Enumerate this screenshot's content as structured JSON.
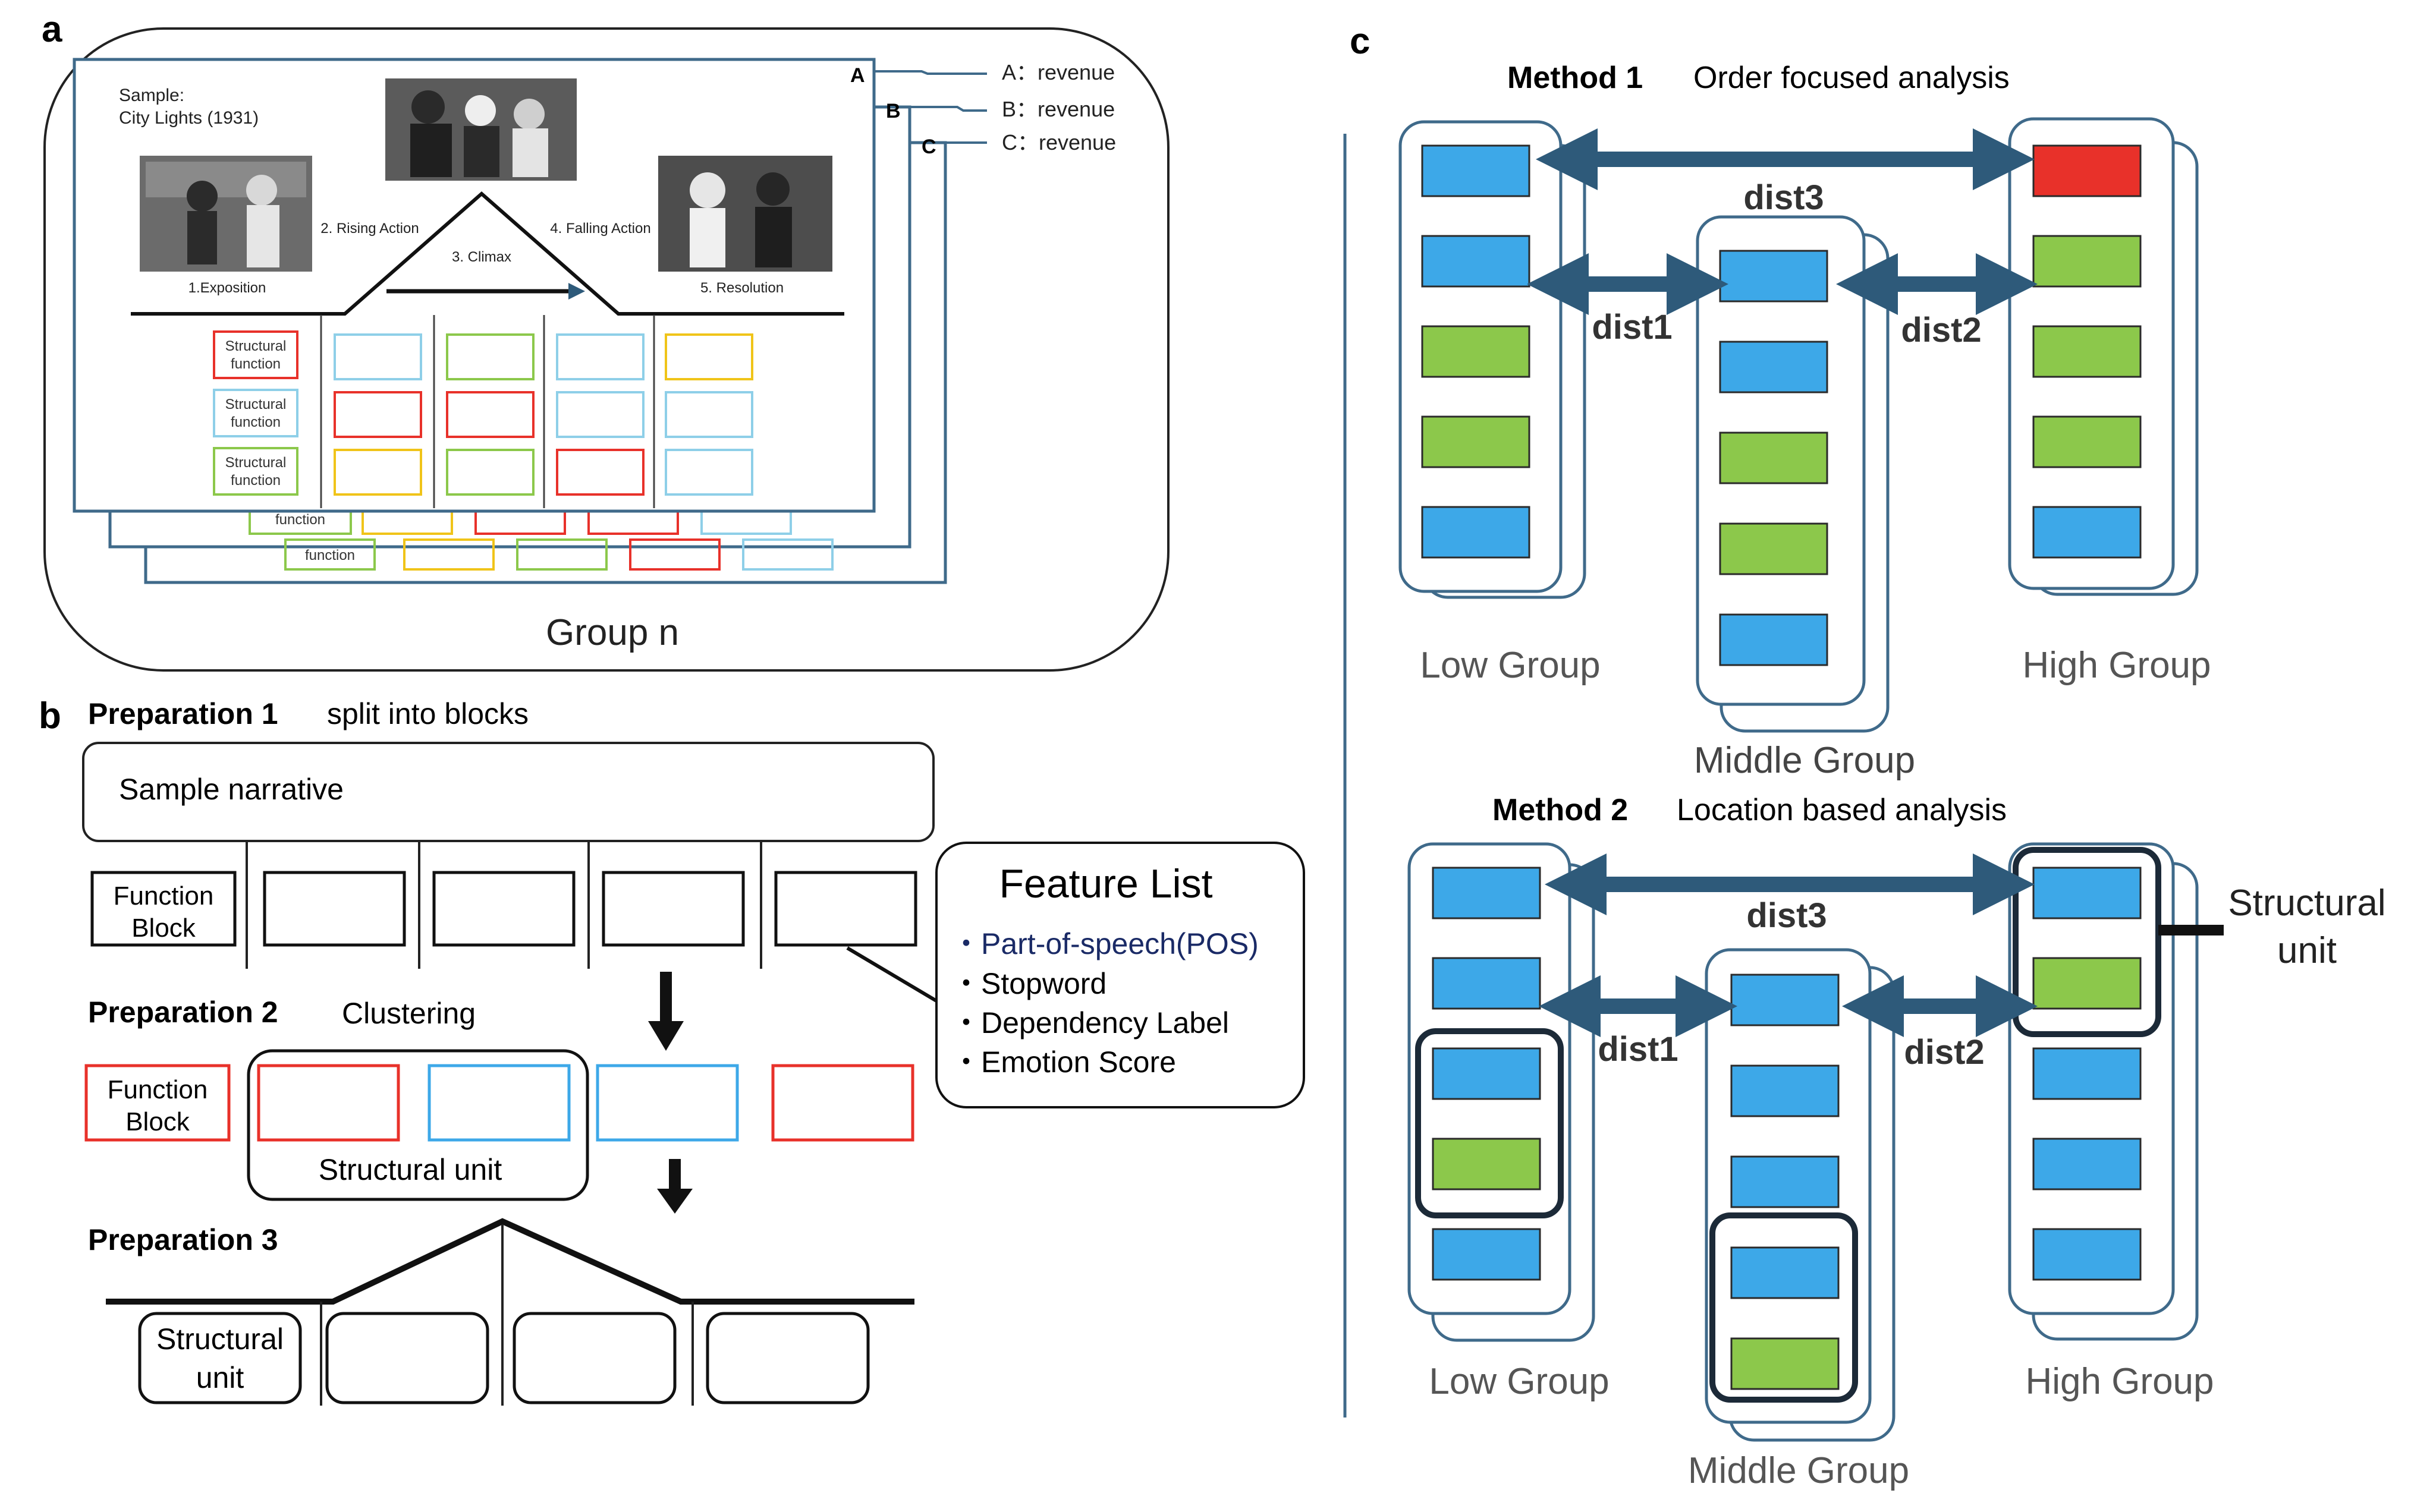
{
  "panel_labels": {
    "a": "a",
    "b": "b",
    "c": "c"
  },
  "colors": {
    "blue": "#3da8e8",
    "green": "#8cc84b",
    "red": "#e8312a",
    "dark_blue": "#2e5a7a",
    "yellow": "#f0c419",
    "frame": "#3f6a8a"
  },
  "panel_a": {
    "sample_label": "Sample:",
    "sample_title": "City Lights (1931)",
    "sheet_tags": [
      "A",
      "B",
      "C"
    ],
    "sheet_revenue": [
      "A：revenue",
      "B：revenue",
      "C：revenue"
    ],
    "stages": [
      "1.Exposition",
      "2. Rising Action",
      "3. Climax",
      "4. Falling Action",
      "5. Resolution"
    ],
    "row_label_line1": "Structural",
    "row_label_line2": "function",
    "behind_label": "function",
    "group_label": "Group n"
  },
  "panel_b": {
    "prep1_title": "Preparation 1",
    "prep1_desc": "split into blocks",
    "sample_narrative": "Sample narrative",
    "function_block_line1": "Function",
    "function_block_line2": "Block",
    "prep2_title": "Preparation 2",
    "prep2_desc": "Clustering",
    "structural_unit": "Structural unit",
    "prep3_title": "Preparation 3",
    "structural_unit_line1": "Structural",
    "structural_unit_line2": "unit",
    "feature_list": {
      "title": "Feature List",
      "items": [
        "・Part-of-speech(POS)",
        "・Stopword",
        "・Dependency Label",
        "・Emotion Score"
      ]
    }
  },
  "panel_c": {
    "method1_title": "Method 1",
    "method1_desc": "Order focused analysis",
    "method2_title": "Method 2",
    "method2_desc": "Location based analysis",
    "dist1": "dist1",
    "dist2": "dist2",
    "dist3": "dist3",
    "low_group": "Low Group",
    "middle_group": "Middle Group",
    "high_group": "High Group",
    "structural_unit_line1": "Structural",
    "structural_unit_line2": "unit",
    "method1_columns": {
      "low": [
        "blue",
        "blue",
        "green",
        "green",
        "blue"
      ],
      "middle": [
        "blue",
        "blue",
        "green",
        "green",
        "blue"
      ],
      "high": [
        "red",
        "green",
        "green",
        "green",
        "blue"
      ]
    },
    "method2_columns": {
      "low": [
        "blue",
        "blue",
        "blue",
        "green",
        "blue"
      ],
      "middle": [
        "blue",
        "blue",
        "blue",
        "blue",
        "green"
      ],
      "high": [
        "blue",
        "green",
        "blue",
        "blue",
        "blue"
      ]
    }
  }
}
